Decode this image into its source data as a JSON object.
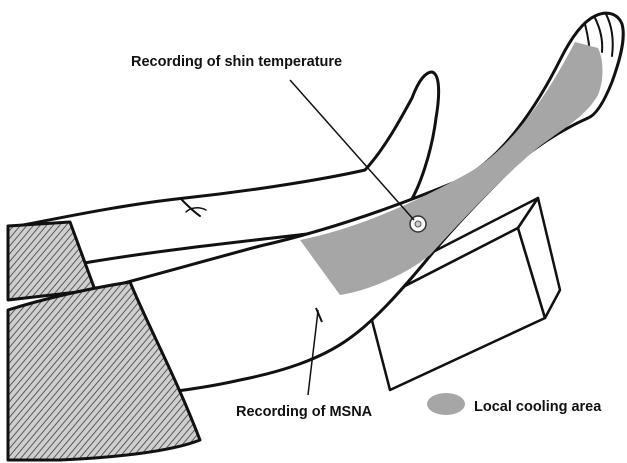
{
  "figure": {
    "labels": {
      "shin_temperature": "Recording of shin temperature",
      "msna": "Recording of MSNA",
      "cooling_area": "Local cooling area"
    },
    "colors": {
      "outline": "#111111",
      "cooling_fill": "#a6a6a6",
      "shorts_fill": "#8a8a8a",
      "background": "#ffffff"
    }
  }
}
